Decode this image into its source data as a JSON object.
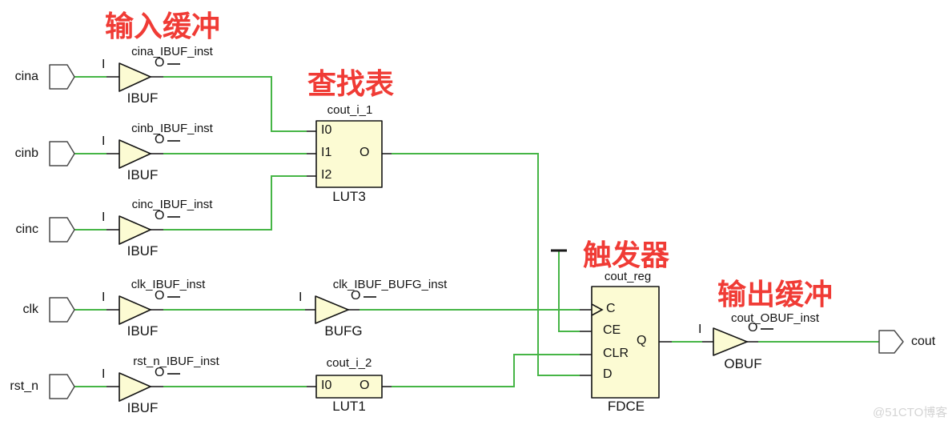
{
  "annotations": {
    "input_buffer": "输入缓冲",
    "lookup_table": "查找表",
    "flip_flop": "触发器",
    "output_buffer": "输出缓冲"
  },
  "ports": {
    "cina": "cina",
    "cinb": "cinb",
    "cinc": "cinc",
    "clk": "clk",
    "rst_n": "rst_n",
    "cout": "cout"
  },
  "cells": {
    "cina_ibuf": {
      "instance": "cina_IBUF_inst",
      "type": "IBUF",
      "pin_i": "I",
      "pin_o": "O"
    },
    "cinb_ibuf": {
      "instance": "cinb_IBUF_inst",
      "type": "IBUF",
      "pin_i": "I",
      "pin_o": "O"
    },
    "cinc_ibuf": {
      "instance": "cinc_IBUF_inst",
      "type": "IBUF",
      "pin_i": "I",
      "pin_o": "O"
    },
    "clk_ibuf": {
      "instance": "clk_IBUF_inst",
      "type": "IBUF",
      "pin_i": "I",
      "pin_o": "O"
    },
    "rst_n_ibuf": {
      "instance": "rst_n_IBUF_inst",
      "type": "IBUF",
      "pin_i": "I",
      "pin_o": "O"
    },
    "clk_bufg": {
      "instance": "clk_IBUF_BUFG_inst",
      "type": "BUFG",
      "pin_i": "I",
      "pin_o": "O"
    },
    "lut3": {
      "instance": "cout_i_1",
      "type": "LUT3",
      "pin_i0": "I0",
      "pin_i1": "I1",
      "pin_i2": "I2",
      "pin_o": "O"
    },
    "lut1": {
      "instance": "cout_i_2",
      "type": "LUT1",
      "pin_i0": "I0",
      "pin_o": "O"
    },
    "fdce": {
      "instance": "cout_reg",
      "type": "FDCE",
      "pin_c": "C",
      "pin_ce": "CE",
      "pin_clr": "CLR",
      "pin_d": "D",
      "pin_q": "Q"
    },
    "obuf": {
      "instance": "cout_OBUF_inst",
      "type": "OBUF",
      "pin_i": "I",
      "pin_o": "O"
    }
  },
  "watermark": "@51CTO博客",
  "colors": {
    "wire_green": "#46b546",
    "cell_fill": "#fcfbd3",
    "cell_border": "#141414",
    "annotation_red": "#f03b35",
    "pin_stub_gray": "#4d4d4d"
  }
}
